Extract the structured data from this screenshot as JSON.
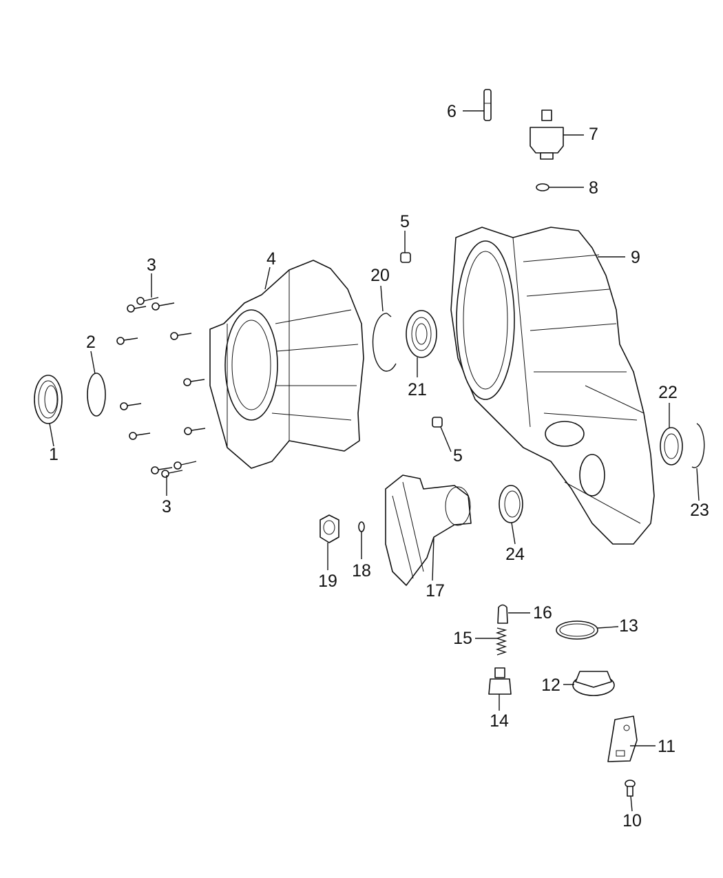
{
  "diagram": {
    "callouts": [
      {
        "id": "c1",
        "label": "1"
      },
      {
        "id": "c2",
        "label": "2"
      },
      {
        "id": "c3a",
        "label": "3"
      },
      {
        "id": "c3b",
        "label": "3"
      },
      {
        "id": "c4",
        "label": "4"
      },
      {
        "id": "c5a",
        "label": "5"
      },
      {
        "id": "c5b",
        "label": "5"
      },
      {
        "id": "c6",
        "label": "6"
      },
      {
        "id": "c7",
        "label": "7"
      },
      {
        "id": "c8",
        "label": "8"
      },
      {
        "id": "c9",
        "label": "9"
      },
      {
        "id": "c10",
        "label": "10"
      },
      {
        "id": "c11",
        "label": "11"
      },
      {
        "id": "c12",
        "label": "12"
      },
      {
        "id": "c13",
        "label": "13"
      },
      {
        "id": "c14",
        "label": "14"
      },
      {
        "id": "c15",
        "label": "15"
      },
      {
        "id": "c16",
        "label": "16"
      },
      {
        "id": "c17",
        "label": "17"
      },
      {
        "id": "c18",
        "label": "18"
      },
      {
        "id": "c19",
        "label": "19"
      },
      {
        "id": "c20",
        "label": "20"
      },
      {
        "id": "c21",
        "label": "21"
      },
      {
        "id": "c22",
        "label": "22"
      },
      {
        "id": "c23",
        "label": "23"
      },
      {
        "id": "c24",
        "label": "24"
      }
    ]
  }
}
